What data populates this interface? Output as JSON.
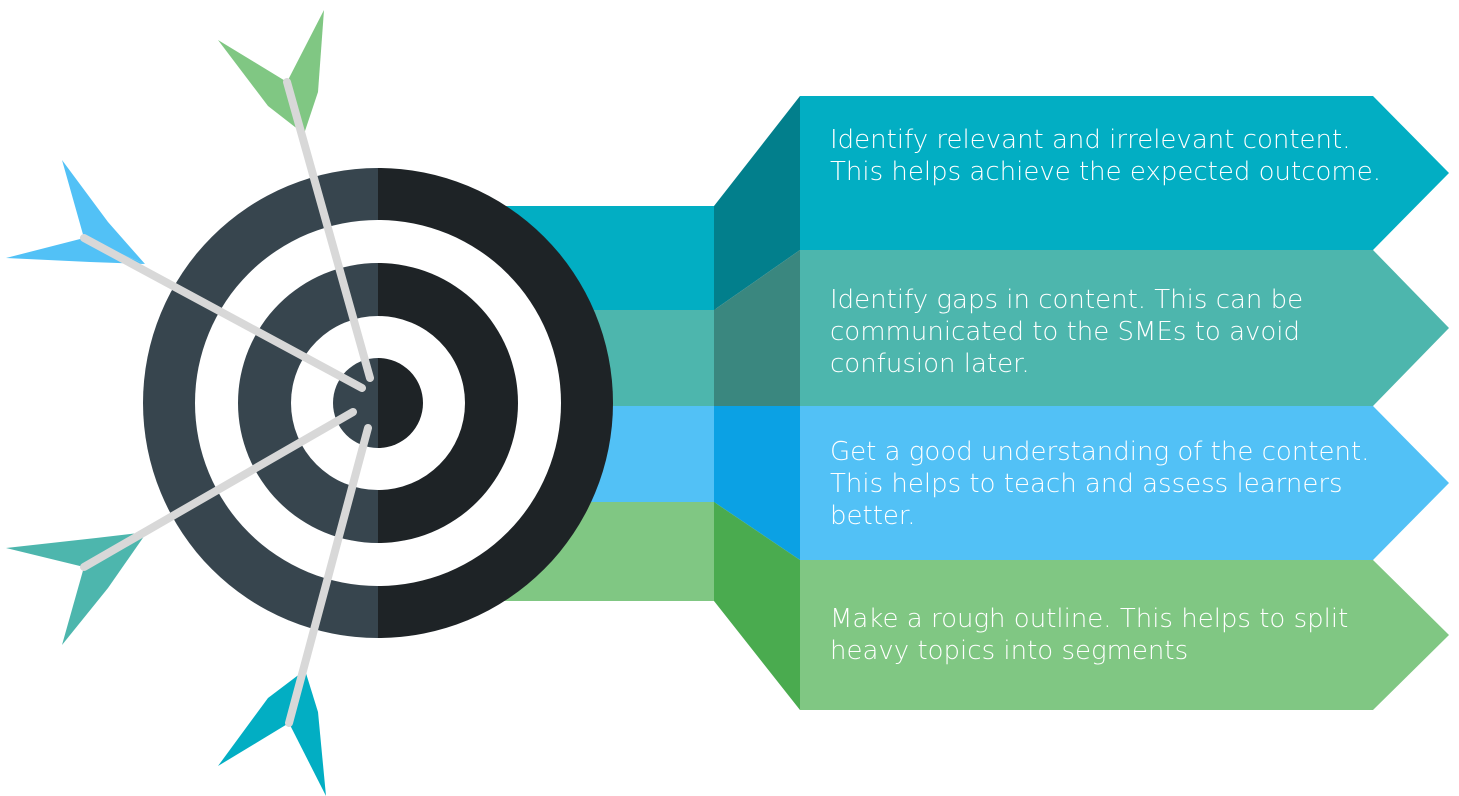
{
  "steps": [
    {
      "text": "Identify relevant and irrelevant content. This helps achieve the expected outcome.",
      "color": "#02aec3",
      "dark_color": "#027f8c"
    },
    {
      "text": "Identify gaps in content. This can be communicated to the SMEs to avoid confusion later.",
      "color": "#4db6ad",
      "dark_color": "#3a877f"
    },
    {
      "text": "Get a good understanding of the content. This helps to teach and assess learners better.",
      "color": "#52c1f6",
      "dark_color": "#0ba1e4"
    },
    {
      "text": "Make a rough outline. This helps to split heavy topics into segments",
      "color": "#80c783",
      "dark_color": "#4aab4f"
    }
  ],
  "target": {
    "ring_light": "#37454e",
    "ring_dark": "#1e2326",
    "arrow_shaft": "#d8d8d8"
  },
  "arrows": [
    {
      "icon": "arrow-green-icon",
      "color": "#80c783"
    },
    {
      "icon": "arrow-blue-icon",
      "color": "#52c1f6"
    },
    {
      "icon": "arrow-teal-icon",
      "color": "#4db6ad"
    },
    {
      "icon": "arrow-cyan-icon",
      "color": "#02aec3"
    }
  ]
}
